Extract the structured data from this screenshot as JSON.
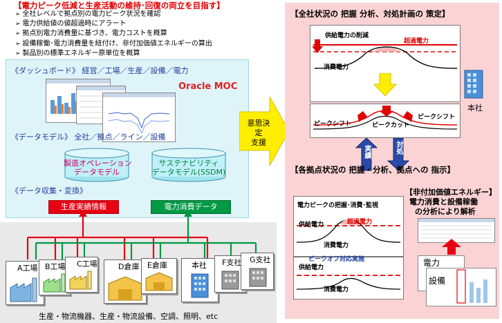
{
  "title": "【電力ピーク低減と生産活動の維持･回復の両立を目指す】",
  "bullets": [
    "全社レベルで拠点別の電力ピーク状況を確認",
    "電力供給値の値超過時にアラート",
    "拠点別電力消費量に基づき、電力コストを概算",
    "設備稼働･電力消費量を紐付け、非付加価値エネルギーの算出",
    "製品別の標準エネルギー原単位を概算"
  ],
  "left": {
    "dashboard_header": "《ダッシュボード》 経営／工場／生産／設備／電力",
    "oracle_label": "Oracle MOC",
    "datamodel_header": "《データモデル》 全社／拠点／ライン／設備",
    "cyl_manufacturing": [
      "製造オペレーション",
      "データモデル"
    ],
    "cyl_sustainability": [
      "サステナビリティ",
      "データモデル(SSDM)"
    ],
    "collect_header": "《データ収集・変換》",
    "box_production": "生産実績情報",
    "box_power": "電力消費データ"
  },
  "sites": [
    "A工場",
    "B工場",
    "C工場",
    "D倉庫",
    "E倉庫",
    "本社",
    "F支社",
    "G支社"
  ],
  "bottom_caption": "生産・物流機器、生産・物流設備、空調、照明、etc",
  "arrow_label": [
    "意思決定",
    "支援"
  ],
  "right": {
    "sec1_header": "【全社状況の 把握 分析、対処計画の 策定】",
    "supply_cut": "供給電力の削減",
    "excess": "超過電力",
    "consumption": "消費電力",
    "peak_shift_left": "ピークシフト",
    "peak_cut": "ピークカット",
    "peak_shift_right": "ピークシフト",
    "hq_label": "本社",
    "results_label": "実績",
    "response_label": "対処",
    "sec2_header": "【各拠点状況の 把握・分析、拠点への 指示】",
    "chart3_title": "電力ピークの把握･消費･監視",
    "chart3_supply": "供給電力",
    "chart3_excess": "超過電力",
    "chart3_consumption": "消費電力",
    "chart4_title": "ピークオフ対応実施",
    "chart4_supply": "供給電力",
    "chart4_consumption": "消費電力",
    "nva_header": "【非付加価値エネルギー】",
    "nva_line1": "電力消費と設備稼働",
    "nva_line2": "の分析により解析",
    "power_label": "電力",
    "equipment_label": "設備"
  },
  "colors": {
    "red": "#e60012",
    "green": "#009944",
    "blue": "#1f3d9e",
    "pink": "#fbd3d5",
    "yellow": "#ffee00"
  }
}
